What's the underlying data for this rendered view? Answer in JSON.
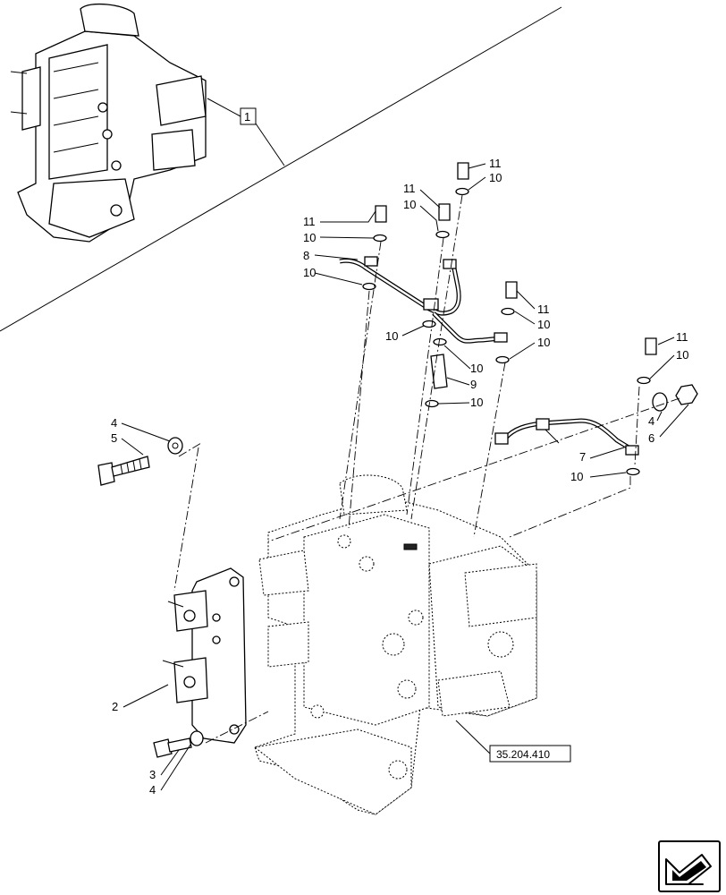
{
  "inset": {
    "ref_label": "1"
  },
  "reference": {
    "label": "35.204.410"
  },
  "callouts": [
    {
      "id": "c11a",
      "text": "11"
    },
    {
      "id": "c10a",
      "text": "10"
    },
    {
      "id": "c11b",
      "text": "11"
    },
    {
      "id": "c10b",
      "text": "10"
    },
    {
      "id": "c11c",
      "text": "11"
    },
    {
      "id": "c10c",
      "text": "10"
    },
    {
      "id": "c8",
      "text": "8"
    },
    {
      "id": "c10d",
      "text": "10"
    },
    {
      "id": "c11d",
      "text": "11"
    },
    {
      "id": "c10e",
      "text": "10"
    },
    {
      "id": "c10f",
      "text": "10"
    },
    {
      "id": "c10g",
      "text": "10"
    },
    {
      "id": "c10h",
      "text": "10"
    },
    {
      "id": "c9",
      "text": "9"
    },
    {
      "id": "c10i",
      "text": "10"
    },
    {
      "id": "c11e",
      "text": "11"
    },
    {
      "id": "c10j",
      "text": "10"
    },
    {
      "id": "c4a",
      "text": "4"
    },
    {
      "id": "c6",
      "text": "6"
    },
    {
      "id": "c7",
      "text": "7"
    },
    {
      "id": "c10k",
      "text": "10"
    },
    {
      "id": "c4b",
      "text": "4"
    },
    {
      "id": "c5",
      "text": "5"
    },
    {
      "id": "c2",
      "text": "2"
    },
    {
      "id": "c3",
      "text": "3"
    },
    {
      "id": "c4c",
      "text": "4"
    }
  ],
  "icons": {
    "nav": "arrow-next-icon"
  }
}
